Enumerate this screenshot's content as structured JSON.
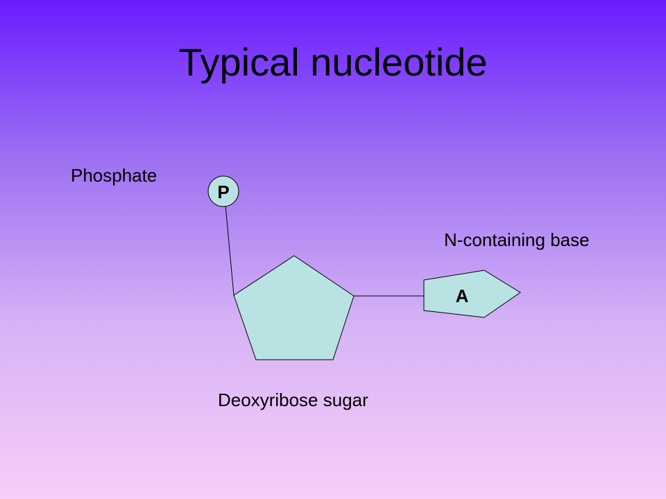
{
  "title": "Typical nucleotide",
  "labels": {
    "phosphate": "Phosphate",
    "base": "N-containing base",
    "sugar": "Deoxyribose sugar"
  },
  "shapes": {
    "phosphate_symbol": "P",
    "base_symbol": "A"
  },
  "colors": {
    "shape_fill": "#b9e2e2",
    "stroke": "#000000"
  }
}
